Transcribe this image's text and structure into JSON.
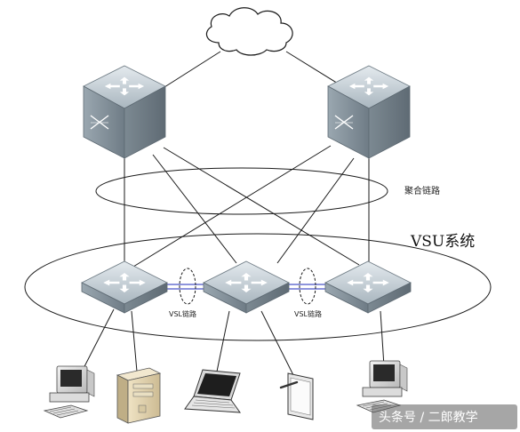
{
  "labels": {
    "aggregate_link": "聚合链路",
    "vsu_system": "VSU系统",
    "vsl_link_left": "VSL链路",
    "vsl_link_right": "VSL链路"
  },
  "watermark": "头条号 / 二郎教学",
  "nodes": {
    "cloud": "cloud-icon",
    "core_switches": [
      "core-switch-icon",
      "core-switch-icon"
    ],
    "access_switches": [
      "access-switch-icon",
      "access-switch-icon",
      "access-switch-icon"
    ],
    "end_devices": [
      "desktop-computer-icon",
      "server-tower-icon",
      "laptop-icon",
      "tablet-icon",
      "desktop-computer-icon"
    ]
  },
  "colors": {
    "switch_top": "#c9d3da",
    "switch_side": "#7f8d97",
    "vsl_link": "#4a55c8",
    "line": "#1a1a1a",
    "watermark_bg": "#5d5d5d"
  }
}
